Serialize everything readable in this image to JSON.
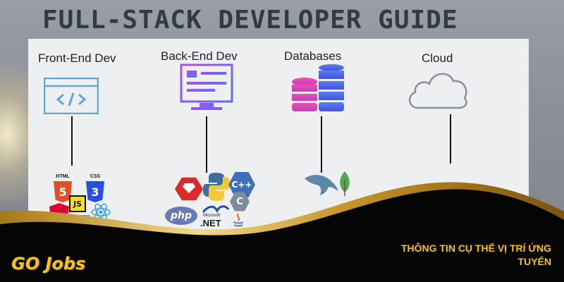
{
  "banner": {
    "title": "FULL-STACK DEVELOPER GUIDE",
    "columns": [
      {
        "label": "Front-End Dev",
        "icon": "code-window-icon"
      },
      {
        "label": "Back-End Dev",
        "icon": "server-code-icon"
      },
      {
        "label": "Databases",
        "icon": "database-stack-icon"
      },
      {
        "label": "Cloud",
        "icon": "cloud-icon"
      }
    ],
    "frontend_logos": {
      "html": "HTML",
      "html_num": "5",
      "css": "CSS",
      "css_num": "3",
      "js": "JS"
    },
    "backend_logos": {
      "php": "php",
      "net_small": "Microsoft",
      "net": ".NET",
      "cpp": "C++",
      "c": "C"
    }
  },
  "footer": {
    "caption": "THÔNG TIN CỤ THỂ VỊ TRÍ ỨNG TUYỂN",
    "logo_text": "GO Jobs",
    "accent_color": "#f6c21c"
  }
}
